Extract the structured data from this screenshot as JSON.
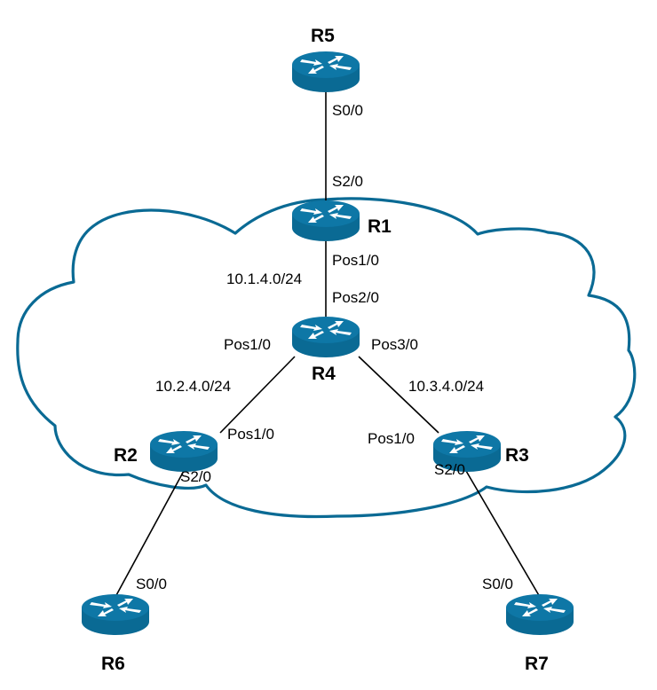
{
  "colors": {
    "router_body": "#0a6a94",
    "router_top": "#0e77a6",
    "router_arrows": "#ffffff",
    "cloud_stroke": "#0a6a94",
    "link": "#000000"
  },
  "routers": [
    {
      "id": "R5",
      "label": "R5"
    },
    {
      "id": "R1",
      "label": "R1"
    },
    {
      "id": "R4",
      "label": "R4"
    },
    {
      "id": "R2",
      "label": "R2"
    },
    {
      "id": "R3",
      "label": "R3"
    },
    {
      "id": "R6",
      "label": "R6"
    },
    {
      "id": "R7",
      "label": "R7"
    }
  ],
  "links": [
    {
      "from": "R5",
      "to": "R1",
      "from_if": "S0/0",
      "to_if": "S2/0",
      "network": ""
    },
    {
      "from": "R1",
      "to": "R4",
      "from_if": "Pos1/0",
      "to_if": "Pos2/0",
      "network": "10.1.4.0/24"
    },
    {
      "from": "R4",
      "to": "R2",
      "from_if": "Pos1/0",
      "to_if": "Pos1/0",
      "network": "10.2.4.0/24"
    },
    {
      "from": "R4",
      "to": "R3",
      "from_if": "Pos3/0",
      "to_if": "Pos1/0",
      "network": "10.3.4.0/24"
    },
    {
      "from": "R2",
      "to": "R6",
      "from_if": "S2/0",
      "to_if": "S0/0",
      "network": ""
    },
    {
      "from": "R3",
      "to": "R7",
      "from_if": "S2/0",
      "to_if": "S0/0",
      "network": ""
    }
  ],
  "cloud": {
    "name": "core-network-cloud"
  }
}
